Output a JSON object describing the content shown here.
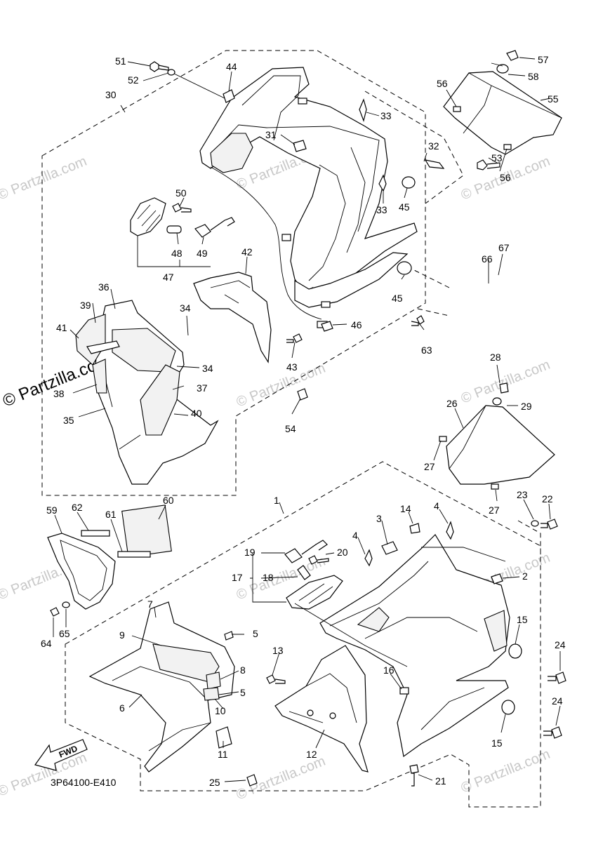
{
  "watermark": {
    "text": "© Partzilla.com",
    "prominent_text": "© Partzilla.com",
    "color": "#c8c8c8"
  },
  "diagram_code": "3P64100-E410",
  "fwd_label": "FWD",
  "callouts": {
    "c1": "1",
    "c2": "2",
    "c3": "3",
    "c4a": "4",
    "c4b": "4",
    "c5a": "5",
    "c5b": "5",
    "c6": "6",
    "c7": "7",
    "c8": "8",
    "c9": "9",
    "c10": "10",
    "c11": "11",
    "c12": "12",
    "c13": "13",
    "c14": "14",
    "c15a": "15",
    "c15b": "15",
    "c16": "16",
    "c17": "17",
    "c18": "18",
    "c19": "19",
    "c20": "20",
    "c21": "21",
    "c22": "22",
    "c23": "23",
    "c24a": "24",
    "c24b": "24",
    "c25": "25",
    "c26": "26",
    "c27a": "27",
    "c27b": "27",
    "c28": "28",
    "c29": "29",
    "c30": "30",
    "c31": "31",
    "c32": "32",
    "c33a": "33",
    "c33b": "33",
    "c34a": "34",
    "c34b": "34",
    "c35": "35",
    "c36": "36",
    "c37": "37",
    "c38": "38",
    "c39": "39",
    "c40": "40",
    "c41": "41",
    "c42": "42",
    "c43": "43",
    "c44": "44",
    "c45a": "45",
    "c45b": "45",
    "c46": "46",
    "c47": "47",
    "c48": "48",
    "c49": "49",
    "c50": "50",
    "c51": "51",
    "c52": "52",
    "c53": "53",
    "c54": "54",
    "c55": "55",
    "c56a": "56",
    "c56b": "56",
    "c57": "57",
    "c58": "58",
    "c59": "59",
    "c60": "60",
    "c61": "61",
    "c62": "62",
    "c63": "63",
    "c64": "64",
    "c65": "65",
    "c66": "66",
    "c67": "67"
  }
}
